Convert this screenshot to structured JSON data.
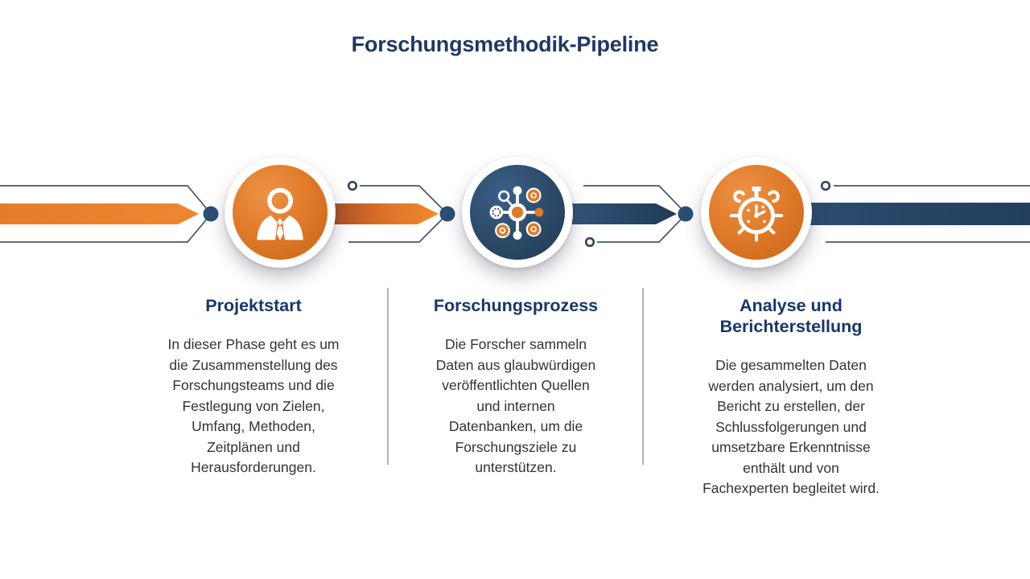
{
  "title": "Forschungsmethodik-Pipeline",
  "colors": {
    "title_navy": "#1f3864",
    "heading_navy": "#17366b",
    "body_text": "#333333",
    "orange": "#e07b29",
    "navy": "#2b4763",
    "connector_line": "#44566c",
    "connector_dot": "#2b4e74",
    "divider_gray": "#b3b3b3"
  },
  "stages": [
    {
      "heading": "Projektstart",
      "icon": "person-icon",
      "circle_color": "orange",
      "body_lines": [
        "In dieser Phase geht es um",
        "die Zusammenstellung des",
        "Forschungsteams und die",
        "Festlegung von Zielen,",
        "Umfang, Methoden,",
        "Zeitplänen und",
        "Herausforderungen."
      ]
    },
    {
      "heading": "Forschungsprozess",
      "icon": "research-network-icon",
      "circle_color": "navy",
      "body_lines": [
        "Die Forscher sammeln",
        "Daten aus glaubwürdigen",
        "veröffentlichten Quellen",
        "und internen",
        "Datenbanken, um die",
        "Forschungsziele zu",
        "unterstützen."
      ]
    },
    {
      "heading": "Analyse und Berichterstellung",
      "icon": "stopwatch-icon",
      "circle_color": "orange",
      "body_lines": [
        "Die gesammelten Daten",
        "werden analysiert, um den",
        "Bericht zu erstellen, der",
        "Schlussfolgerungen und",
        "umsetzbare Erkenntnisse",
        "enthält und von",
        "Fachexperten begleitet wird."
      ]
    }
  ]
}
